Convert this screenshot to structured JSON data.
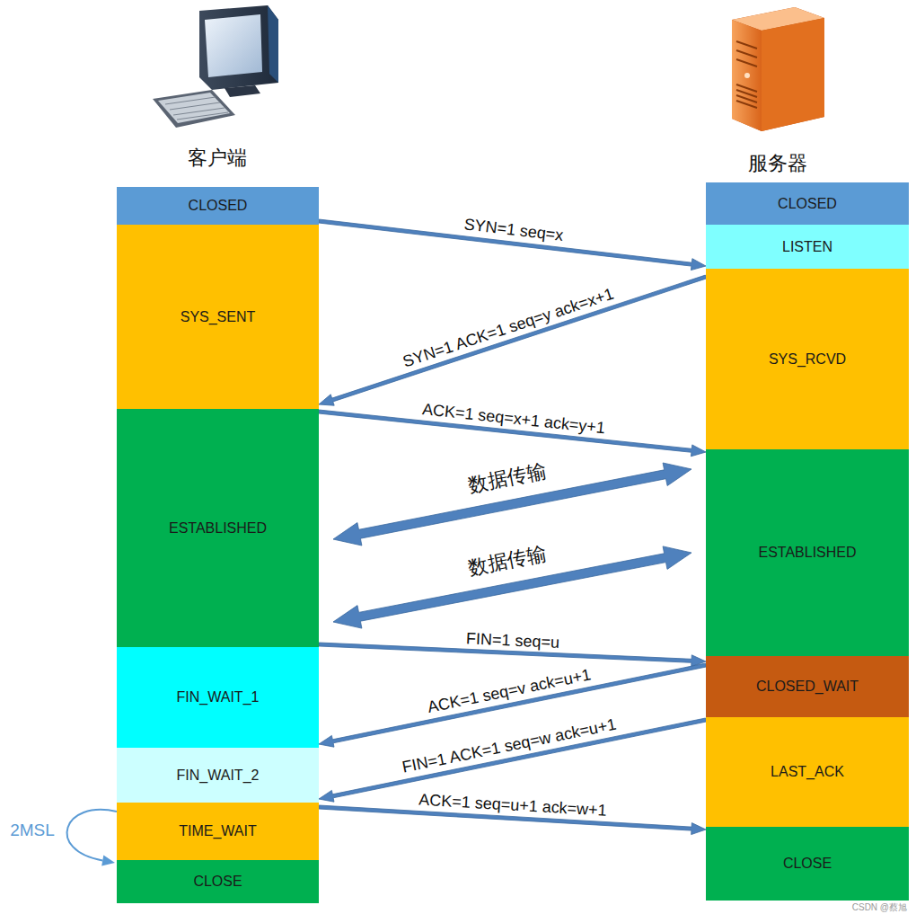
{
  "diagram": {
    "nodes": [
      {
        "text": [
          "CLOSED"
        ]
      },
      {
        "text": [
          "SYS_SENT"
        ]
      },
      {
        "text": [
          "ESTABLISHED"
        ]
      },
      {
        "text": [
          "FIN_WAIT_1"
        ]
      },
      {
        "text": [
          "FIN_WAIT_2"
        ]
      },
      {
        "text": [
          "TIME_WAIT"
        ]
      },
      {
        "text": [
          "CLOSE"
        ]
      },
      {
        "text": [
          "CLOSED"
        ]
      },
      {
        "text": [
          "LISTEN"
        ]
      },
      {
        "text": [
          "SYS_RCVD"
        ]
      },
      {
        "text": [
          "ESTABLISHED"
        ]
      },
      {
        "text": [
          "CLOSED_WAIT"
        ]
      },
      {
        "text": [
          "LAST_ACK"
        ]
      },
      {
        "text": [
          "CLOSE"
        ]
      }
    ],
    "edges": [
      {
        "from": 0,
        "to": 8,
        "arrow": "to",
        "label": "SYN=1 seq=x"
      },
      {
        "from": 9,
        "to": 1,
        "arrow": "to",
        "label": "SYN=1 ACK=1 seq=y ack=x+1"
      },
      {
        "from": 2,
        "to": 10,
        "arrow": "to",
        "label": "ACK=1 seq=x+1 ack=y+1"
      },
      {
        "from": 2,
        "to": 10,
        "arrow": "both",
        "label": "数据传输"
      },
      {
        "from": 2,
        "to": 10,
        "arrow": "both",
        "label": "数据传输"
      },
      {
        "from": 2,
        "to": 11,
        "arrow": "to",
        "label": "FIN=1 seq=u"
      },
      {
        "from": 11,
        "to": 3,
        "arrow": "to",
        "label": "ACK=1 seq=v ack=u+1"
      },
      {
        "from": 12,
        "to": 4,
        "arrow": "to",
        "label": "FIN=1 ACK=1 seq=w ack=u+1"
      },
      {
        "from": 5,
        "to": 13,
        "arrow": "to",
        "label": "ACK=1 seq=u+1 ack=w+1"
      },
      {
        "from": 5,
        "to": 6,
        "arrow": "to",
        "label": "2MSL"
      }
    ],
    "labels": [
      "客户端",
      "服务器",
      "CSDN @蔡旭"
    ]
  }
}
